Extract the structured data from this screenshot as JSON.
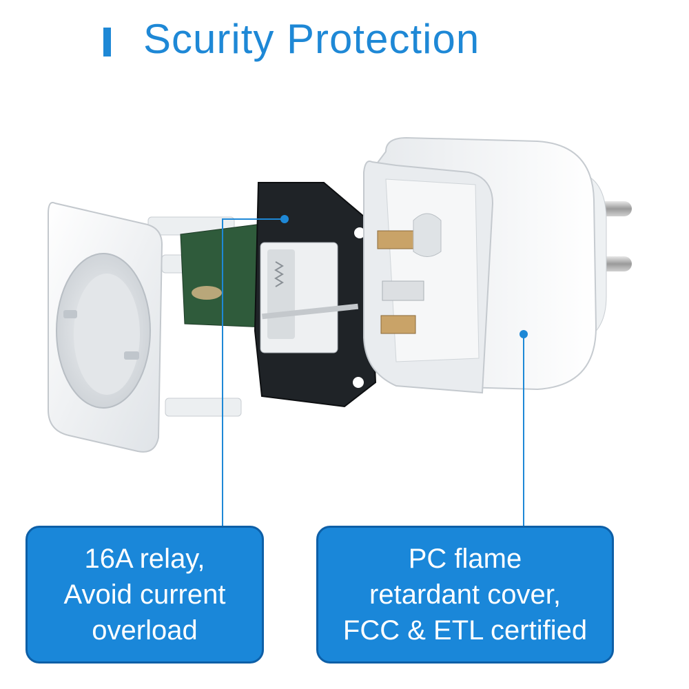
{
  "header": {
    "title": "Scurity Protection",
    "accent_color": "#1e88d6"
  },
  "product_image": {
    "subject": "exploded view of smart plug",
    "parts": [
      "front-socket-faceplate",
      "relay-circuit-board",
      "pc-rear-housing-with-pins"
    ]
  },
  "callouts": [
    {
      "lines": [
        "16A relay,",
        "Avoid current",
        "overload"
      ]
    },
    {
      "lines": [
        "PC flame",
        "retardant cover,",
        "FCC & ETL certified"
      ]
    }
  ],
  "colors": {
    "callout_fill": "#1a87d9",
    "callout_border": "#0d5fa7",
    "pointer": "#1e88d6",
    "housing": "#f4f6f8",
    "board": "#1f2327"
  }
}
